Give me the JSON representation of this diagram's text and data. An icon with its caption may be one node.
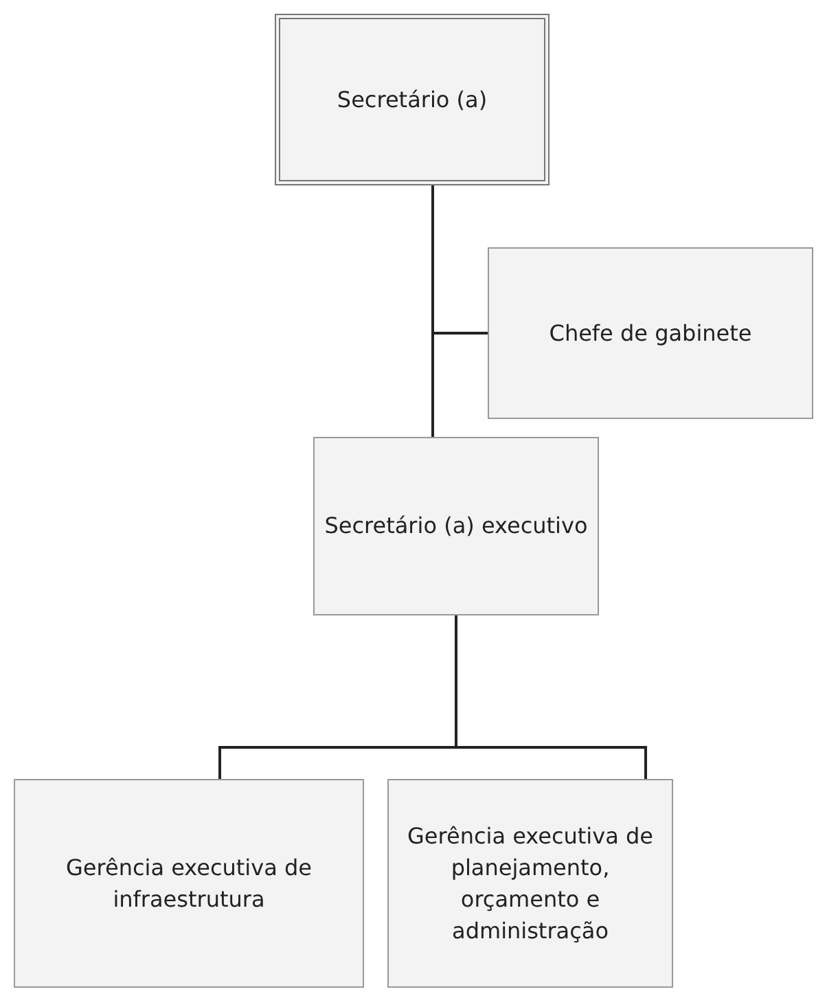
{
  "diagram": {
    "nodes": [
      {
        "text": [
          "Secretário (a)"
        ]
      },
      {
        "text": [
          "Chefe de gabinete"
        ]
      },
      {
        "text": [
          "Secretário (a) executivo"
        ]
      },
      {
        "text": [
          "Gerência executiva de infraestrutura"
        ]
      },
      {
        "text": [
          "Gerência executiva de planejamento, orçamento e administração"
        ]
      }
    ],
    "edges": [
      {
        "from": 0,
        "to": 2,
        "arrow": "none"
      },
      {
        "from": 0,
        "to": 1,
        "arrow": "none"
      },
      {
        "from": 2,
        "to": 3,
        "arrow": "none"
      },
      {
        "from": 2,
        "to": 4,
        "arrow": "none"
      }
    ]
  }
}
